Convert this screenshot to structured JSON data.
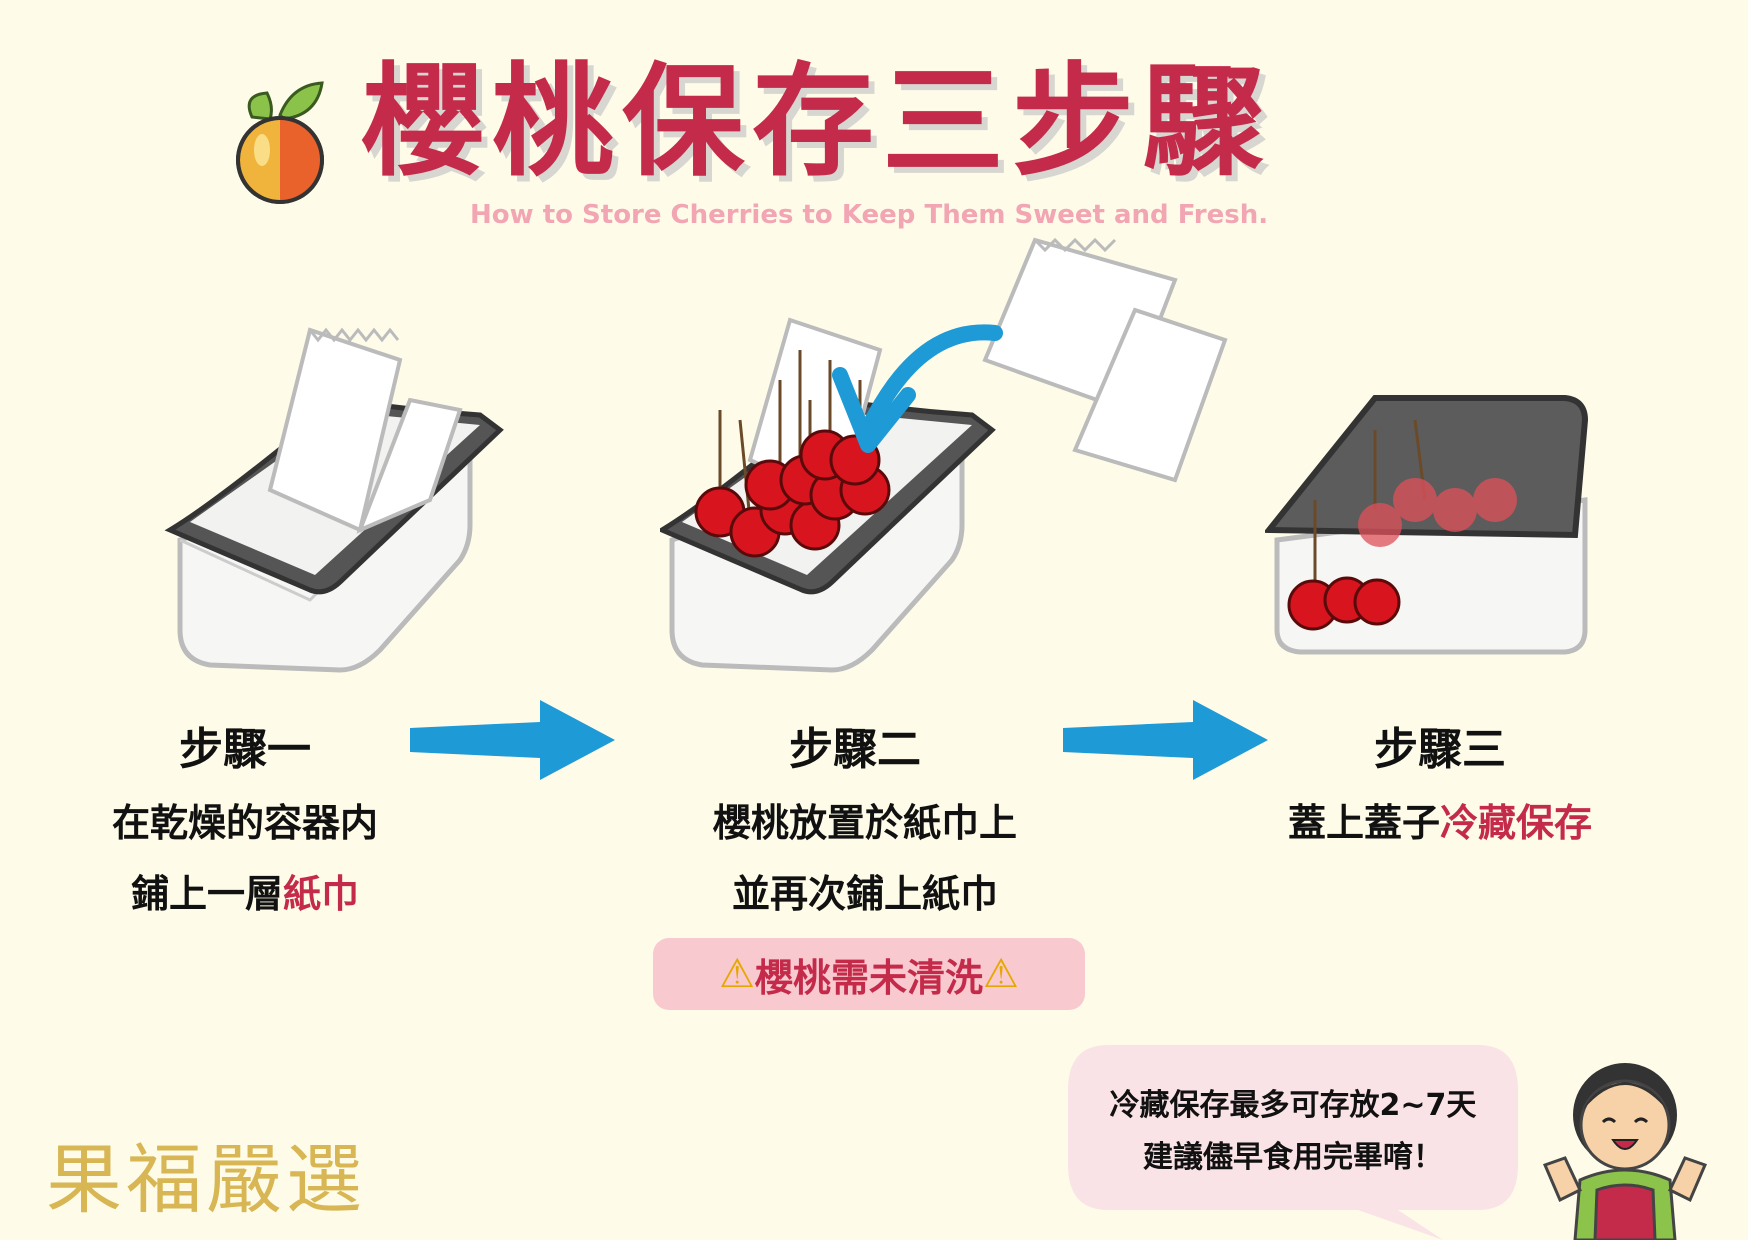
{
  "header": {
    "title": "櫻桃保存三步驟",
    "subtitle": "How to Store Cherries to Keep Them Sweet and Fresh."
  },
  "steps": [
    {
      "heading": "步驟一",
      "line1": "在乾燥的容器内",
      "line2_prefix": "鋪上一層",
      "line2_highlight": "紙巾"
    },
    {
      "heading": "步驟二",
      "line1": "櫻桃放置於紙巾上",
      "line2": "並再次鋪上紙巾"
    },
    {
      "heading": "步驟三",
      "line1_prefix": "蓋上蓋子",
      "line1_highlight": "冷藏保存"
    }
  ],
  "warning": {
    "text": "櫻桃需未清洗"
  },
  "brand": "果福嚴選",
  "bubble": {
    "line1": "冷藏保存最多可存放2~7天",
    "line2": "建議儘早食用完畢唷！"
  },
  "colors": {
    "background": "#fefce9",
    "accent": "#c42b4a",
    "arrow": "#1e9ad6",
    "warning_bg": "#f8c9cf",
    "brand": "#d7b653"
  },
  "icons": [
    "apple-icon",
    "paper-towel-icon",
    "container-icon",
    "cherry-icon",
    "arrow-right-icon",
    "curved-arrow-icon",
    "warning-icon",
    "shopkeeper-icon"
  ]
}
